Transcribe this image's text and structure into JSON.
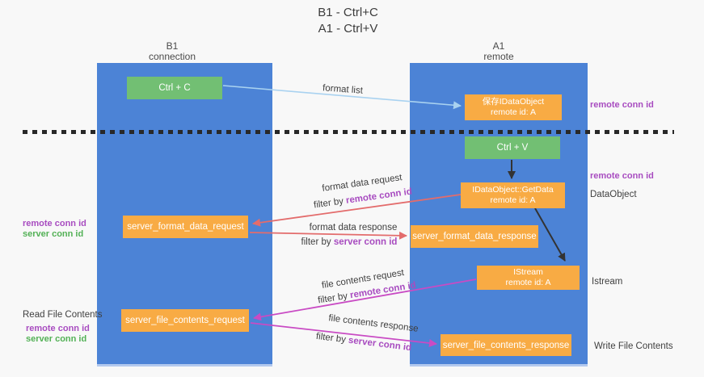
{
  "title": {
    "line1": "B1 - Ctrl+C",
    "line2": "A1 - Ctrl+V"
  },
  "lifelines": {
    "left": {
      "name": "B1",
      "subtitle": "connection"
    },
    "right": {
      "name": "A1",
      "subtitle": "remote"
    }
  },
  "boxes": {
    "ctrl_c": {
      "label": "Ctrl + C"
    },
    "save_dataobject": {
      "line1": "保存IDataObject",
      "line2": "remote id: A"
    },
    "ctrl_v": {
      "label": "Ctrl + V"
    },
    "getdata": {
      "line1": "IDataObject::GetData",
      "line2": "remote id: A"
    },
    "server_format_data_request": {
      "label": "server_format_data_request"
    },
    "server_format_data_response": {
      "label": "server_format_data_response"
    },
    "istream": {
      "line1": "IStream",
      "line2": "remote id: A"
    },
    "server_file_contents_request": {
      "label": "server_file_contents_request"
    },
    "server_file_contents_response": {
      "label": "server_file_contents_response"
    }
  },
  "messages": {
    "format_list": {
      "label": "format list"
    },
    "format_data_request": {
      "label": "format data request",
      "filter_prefix": "filter by",
      "filter_value": "remote conn id"
    },
    "format_data_response": {
      "label": "format data response",
      "filter_prefix": "filter by",
      "filter_value": "server conn id"
    },
    "file_contents_request": {
      "label": "file contents request",
      "filter_prefix": "filter by",
      "filter_value": "remote conn id"
    },
    "file_contents_response": {
      "label": "file contents response",
      "filter_prefix": "filter by",
      "filter_value": "server conn id"
    }
  },
  "annotations": {
    "right_remote_conn_id_top": "remote conn id",
    "right_remote_conn_id_mid": "remote conn id",
    "dataobject": "DataObject",
    "istream": "Istream",
    "write_file_contents": "Write File Contents",
    "left_remote_conn_id_top": "remote conn id",
    "left_server_conn_id_top": "server conn id",
    "read_file_contents": "Read File Contents",
    "left_remote_conn_id_bottom": "remote conn id",
    "left_server_conn_id_bottom": "server conn id"
  },
  "colors": {
    "lifeline_blue": "#4c83d6",
    "box_green": "#72bf73",
    "box_orange": "#f8ab44",
    "purple_text": "#a84cc0",
    "green_text": "#53b156",
    "arrow_red": "#e36c6c",
    "arrow_magenta": "#c94bc4",
    "arrow_lightblue": "#a9d2f0",
    "arrow_black": "#333333"
  }
}
